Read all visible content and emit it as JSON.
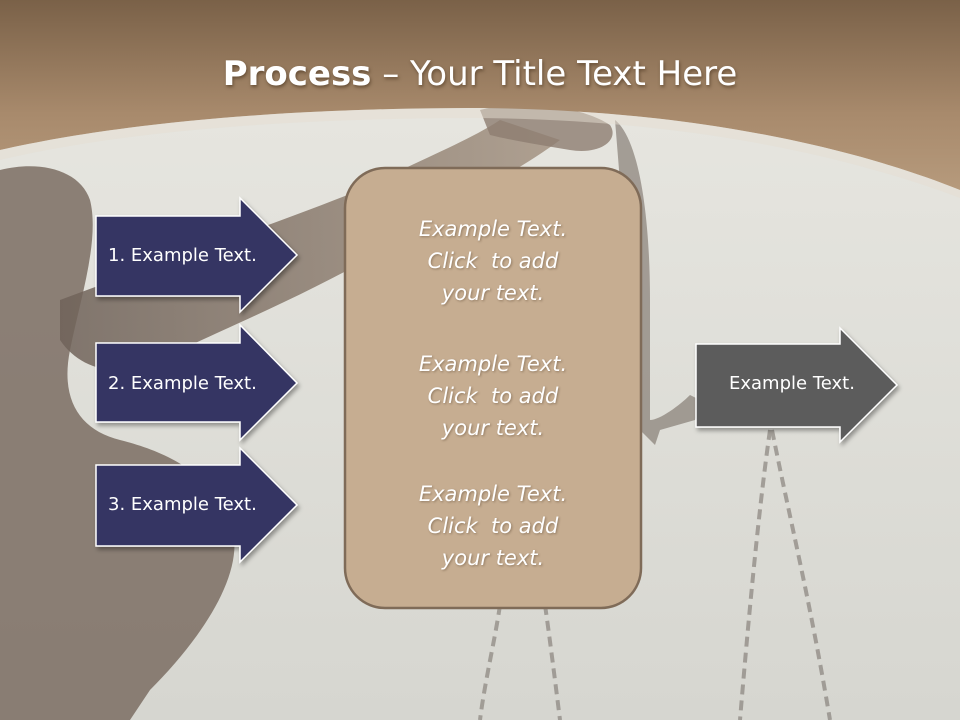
{
  "slide": {
    "title_bold": "Process",
    "title_rest": " – Your Title Text Here"
  },
  "left_steps": [
    {
      "label": "1. Example Text."
    },
    {
      "label": "2. Example Text."
    },
    {
      "label": "3. Example Text."
    }
  ],
  "center_box": {
    "blocks": [
      {
        "lines": [
          "Example Text.",
          "Click  to add",
          "your text."
        ]
      },
      {
        "lines": [
          "Example Text.",
          "Click  to add",
          "your text."
        ]
      },
      {
        "lines": [
          "Example Text.",
          "Click  to add",
          "your text."
        ]
      }
    ]
  },
  "right_output": {
    "label": "Example Text."
  },
  "colors": {
    "header_brown": "#a88a6c",
    "step_arrow_fill": "#343463",
    "center_box_fill": "#c6ad91",
    "output_arrow_fill": "#5c5c5c"
  },
  "icons": {
    "background": "justice-scales-statue-photo"
  }
}
